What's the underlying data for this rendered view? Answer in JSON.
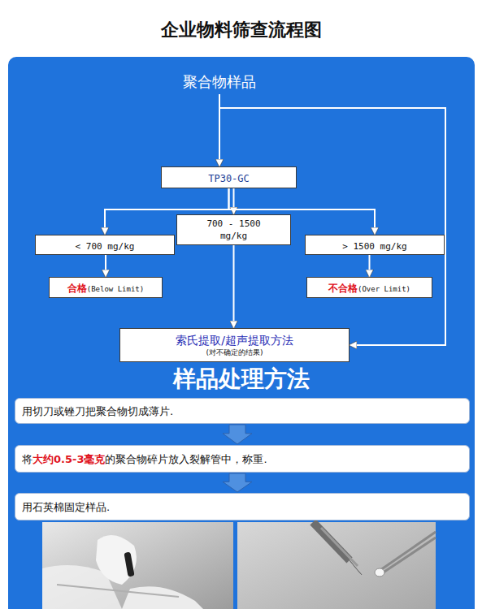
{
  "diagram": {
    "title": "企业物料筛查流程图",
    "nodes": [
      {
        "text": [
          "聚合物样品"
        ]
      },
      {
        "text": [
          "TP30-GC"
        ]
      },
      {
        "text": [
          "700 - 1500 mg/kg"
        ]
      },
      {
        "text": [
          "< 700 mg/kg"
        ]
      },
      {
        "text": [
          "> 1500 mg/kg"
        ]
      },
      {
        "text": [
          "合格",
          "(Below Limit)"
        ]
      },
      {
        "text": [
          "不合格",
          "(Over Limit)"
        ]
      },
      {
        "text": [
          "索氏提取/超声提取方法",
          "(对不确定的结果)"
        ]
      },
      {
        "text": [
          "用切刀或锉刀把聚合物切成薄片."
        ]
      },
      {
        "text": [
          "将",
          "大约0.5-3毫克",
          "的聚合物碎片放入裂解管中，称重."
        ]
      },
      {
        "text": [
          "用石英棉固定样品."
        ]
      }
    ],
    "edges": [
      {
        "from": 0,
        "to": 1,
        "arrow": "to"
      },
      {
        "from": 0,
        "to": 7,
        "arrow": "to"
      },
      {
        "from": 1,
        "to": 3,
        "arrow": "to"
      },
      {
        "from": 1,
        "to": 2,
        "arrow": "to"
      },
      {
        "from": 1,
        "to": 4,
        "arrow": "to"
      },
      {
        "from": 3,
        "to": 5,
        "arrow": "to"
      },
      {
        "from": 4,
        "to": 6,
        "arrow": "to"
      },
      {
        "from": 2,
        "to": 7,
        "arrow": "to"
      },
      {
        "from": 8,
        "to": 9,
        "arrow": "to"
      },
      {
        "from": 9,
        "to": 10,
        "arrow": "to"
      }
    ],
    "labels": [
      "样品处理方法"
    ]
  }
}
